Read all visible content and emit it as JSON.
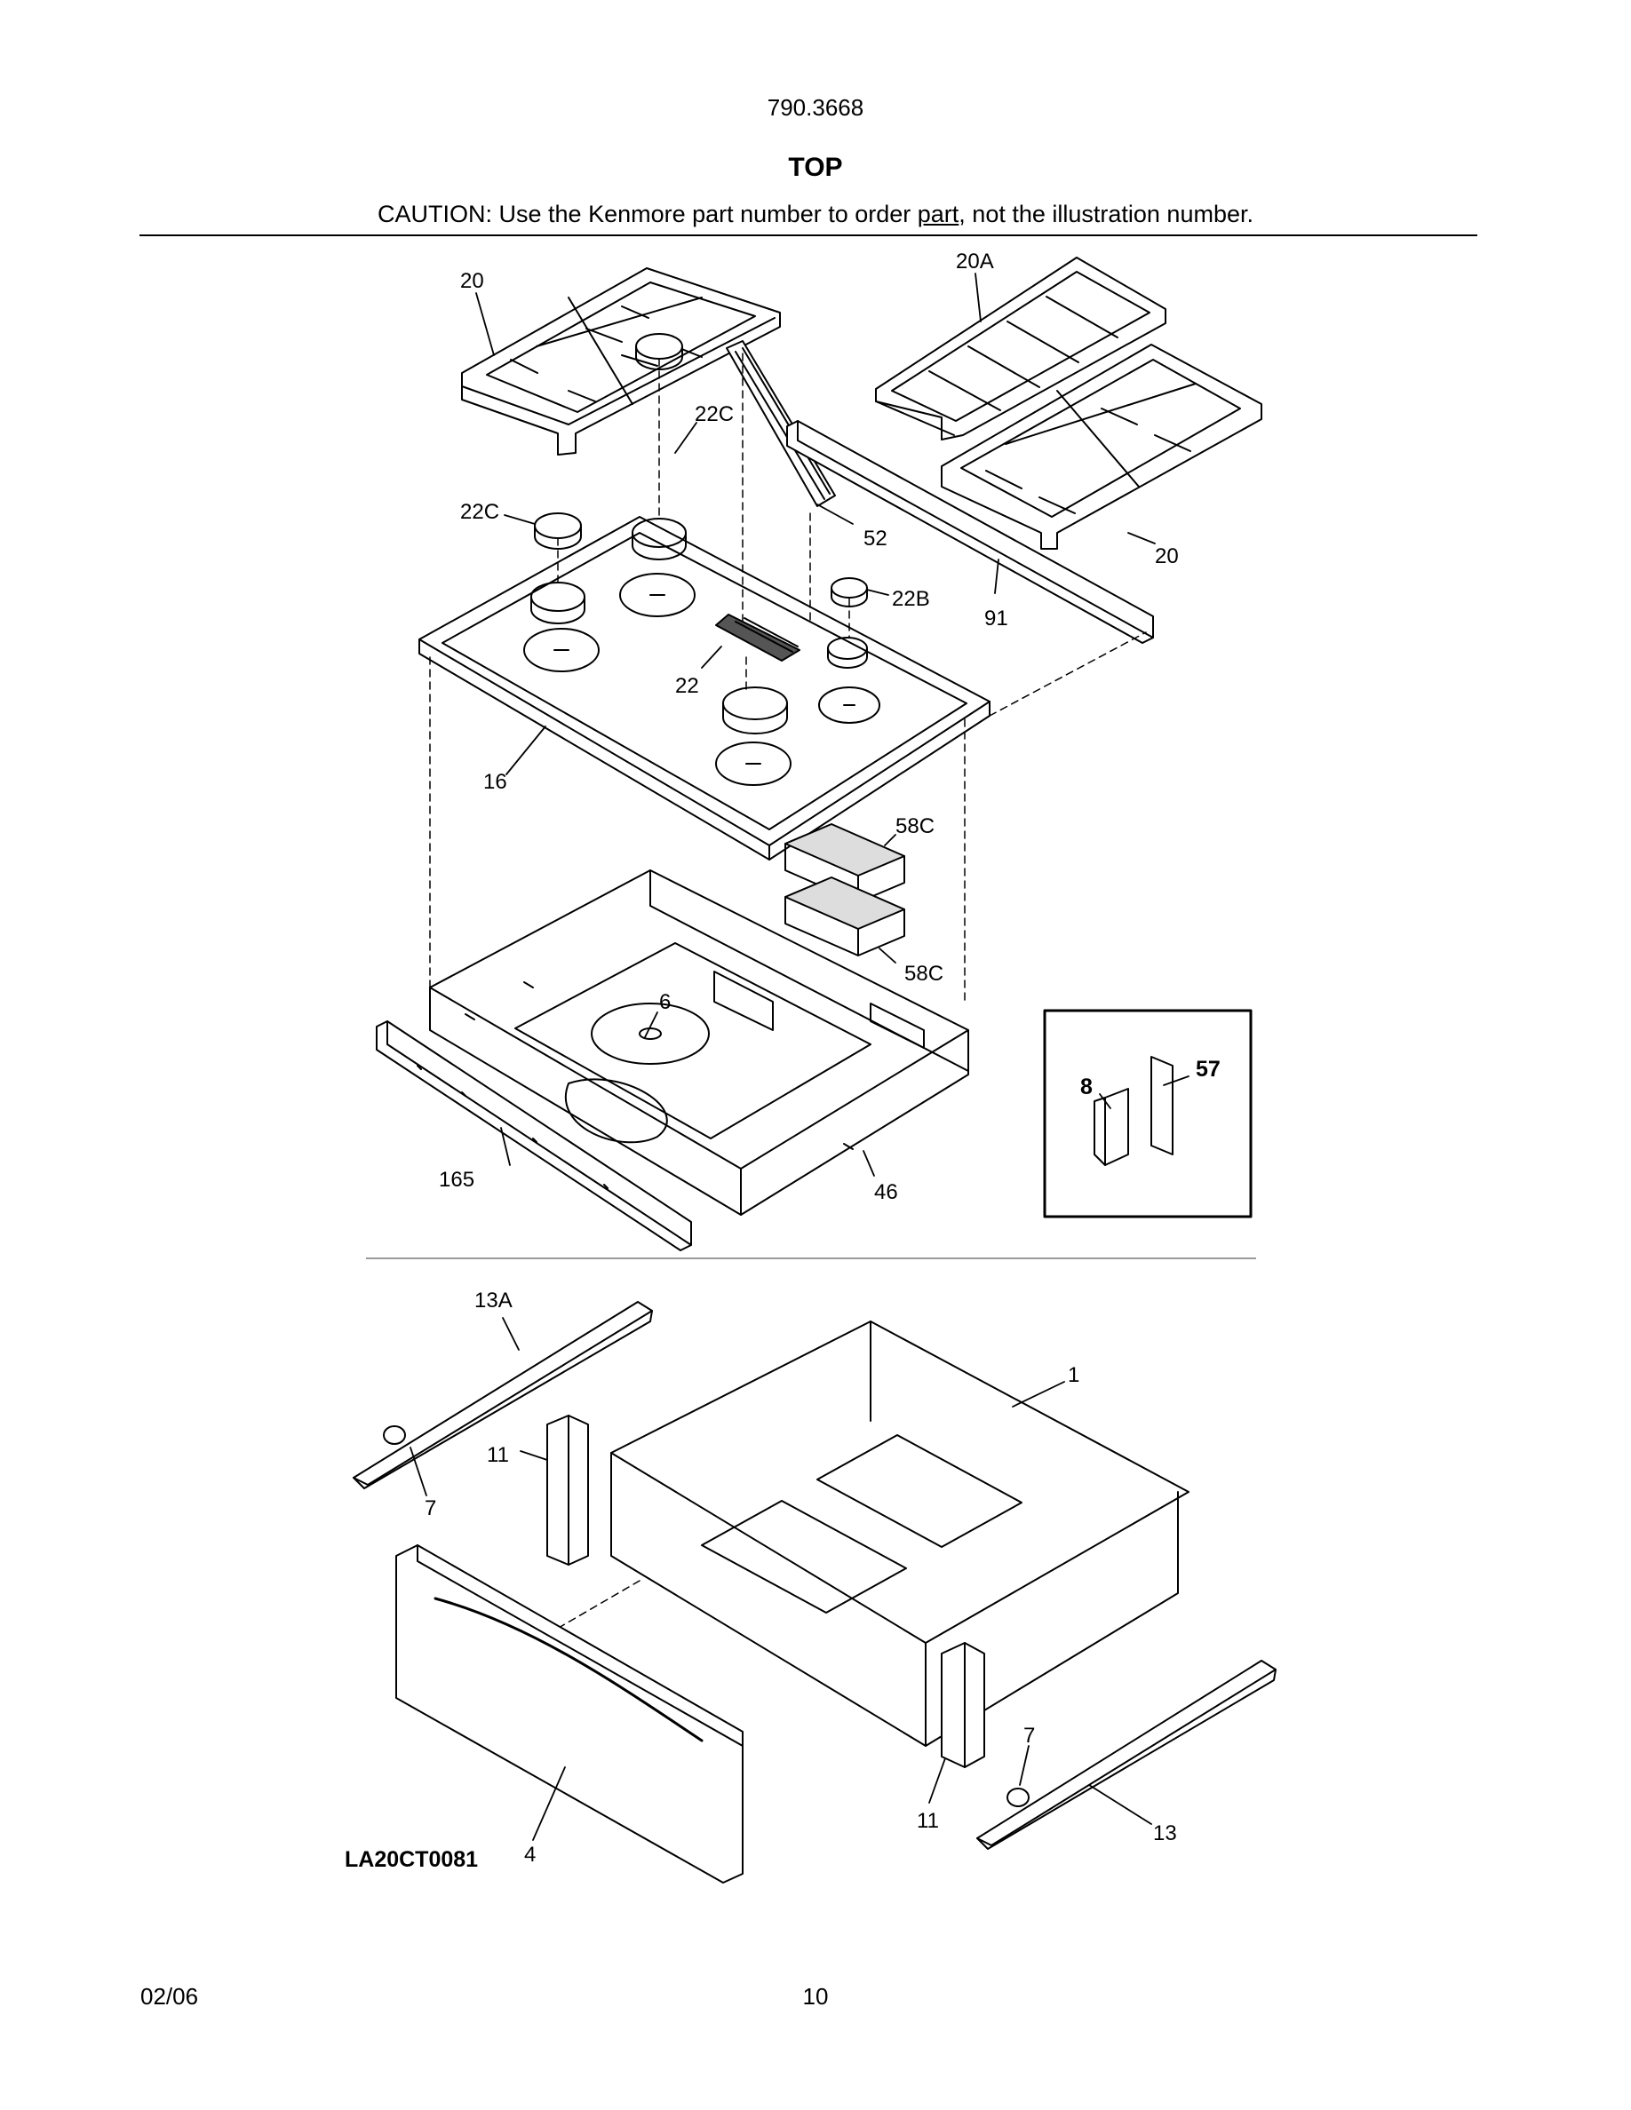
{
  "header": {
    "model": "790.3668",
    "title": "TOP",
    "caution_before": "CAUTION: Use the Kenmore part number to order ",
    "caution_underlined": "part",
    "caution_after": ", not the illustration number."
  },
  "callouts": {
    "grate_left": "20",
    "grate_center": "20A",
    "grate_right": "20",
    "cap_upper": "22C",
    "cap_left": "22C",
    "cap_small": "22B",
    "cap_large": "22",
    "vent_trim": "52",
    "rear_trim": "91",
    "cooktop": "16",
    "insulation_upper": "58C",
    "insulation_lower": "58C",
    "burner_box": "46",
    "burner_box_center": "6",
    "front_bracket": "165",
    "inset_left": "8",
    "inset_right": "57",
    "slide_left": "13A",
    "roller_left": "7",
    "bracket_left": "11",
    "drawer_body": "1",
    "drawer_front": "4",
    "bracket_right": "11",
    "roller_right": "7",
    "slide_right": "13"
  },
  "footer": {
    "figure_code": "LA20CT0081",
    "date": "02/06",
    "page_number": "10"
  }
}
